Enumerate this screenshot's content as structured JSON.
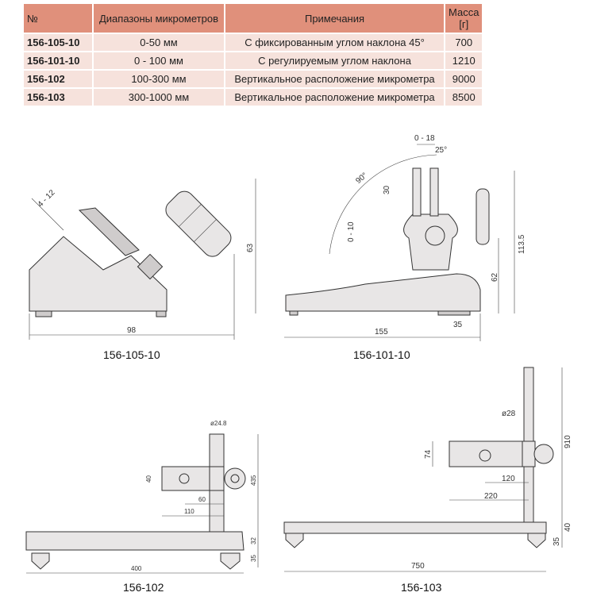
{
  "table": {
    "headers": [
      "№",
      "Диапазоны микрометров",
      "Примечания",
      "Масса [г]"
    ],
    "rows": [
      {
        "code": "156-105-10",
        "range": "0-50 мм",
        "note": "С фиксированным углом наклона 45°",
        "mass": "700"
      },
      {
        "code": "156-101-10",
        "range": "0 - 100 мм",
        "note": "С регулируемым углом наклона",
        "mass": "1210"
      },
      {
        "code": "156-102",
        "range": "100-300 мм",
        "note": "Вертикальное расположение микрометра",
        "mass": "9000"
      },
      {
        "code": "156-103",
        "range": "300-1000 мм",
        "note": "Вертикальное расположение микрометра",
        "mass": "8500"
      }
    ]
  },
  "drawings": [
    {
      "caption": "156-105-10",
      "dims": [
        "4 - 12",
        "63",
        "98"
      ]
    },
    {
      "caption": "156-101-10",
      "dims": [
        "0 - 18",
        "25°",
        "90°",
        "30",
        "0 - 10",
        "113.5",
        "62",
        "35",
        "155"
      ]
    },
    {
      "caption": "156-102",
      "dims": [
        "ø24.8",
        "40",
        "435",
        "60",
        "110",
        "32",
        "35",
        "400"
      ]
    },
    {
      "caption": "156-103",
      "dims": [
        "ø28",
        "74",
        "910",
        "120",
        "220",
        "40",
        "35",
        "750"
      ]
    }
  ]
}
